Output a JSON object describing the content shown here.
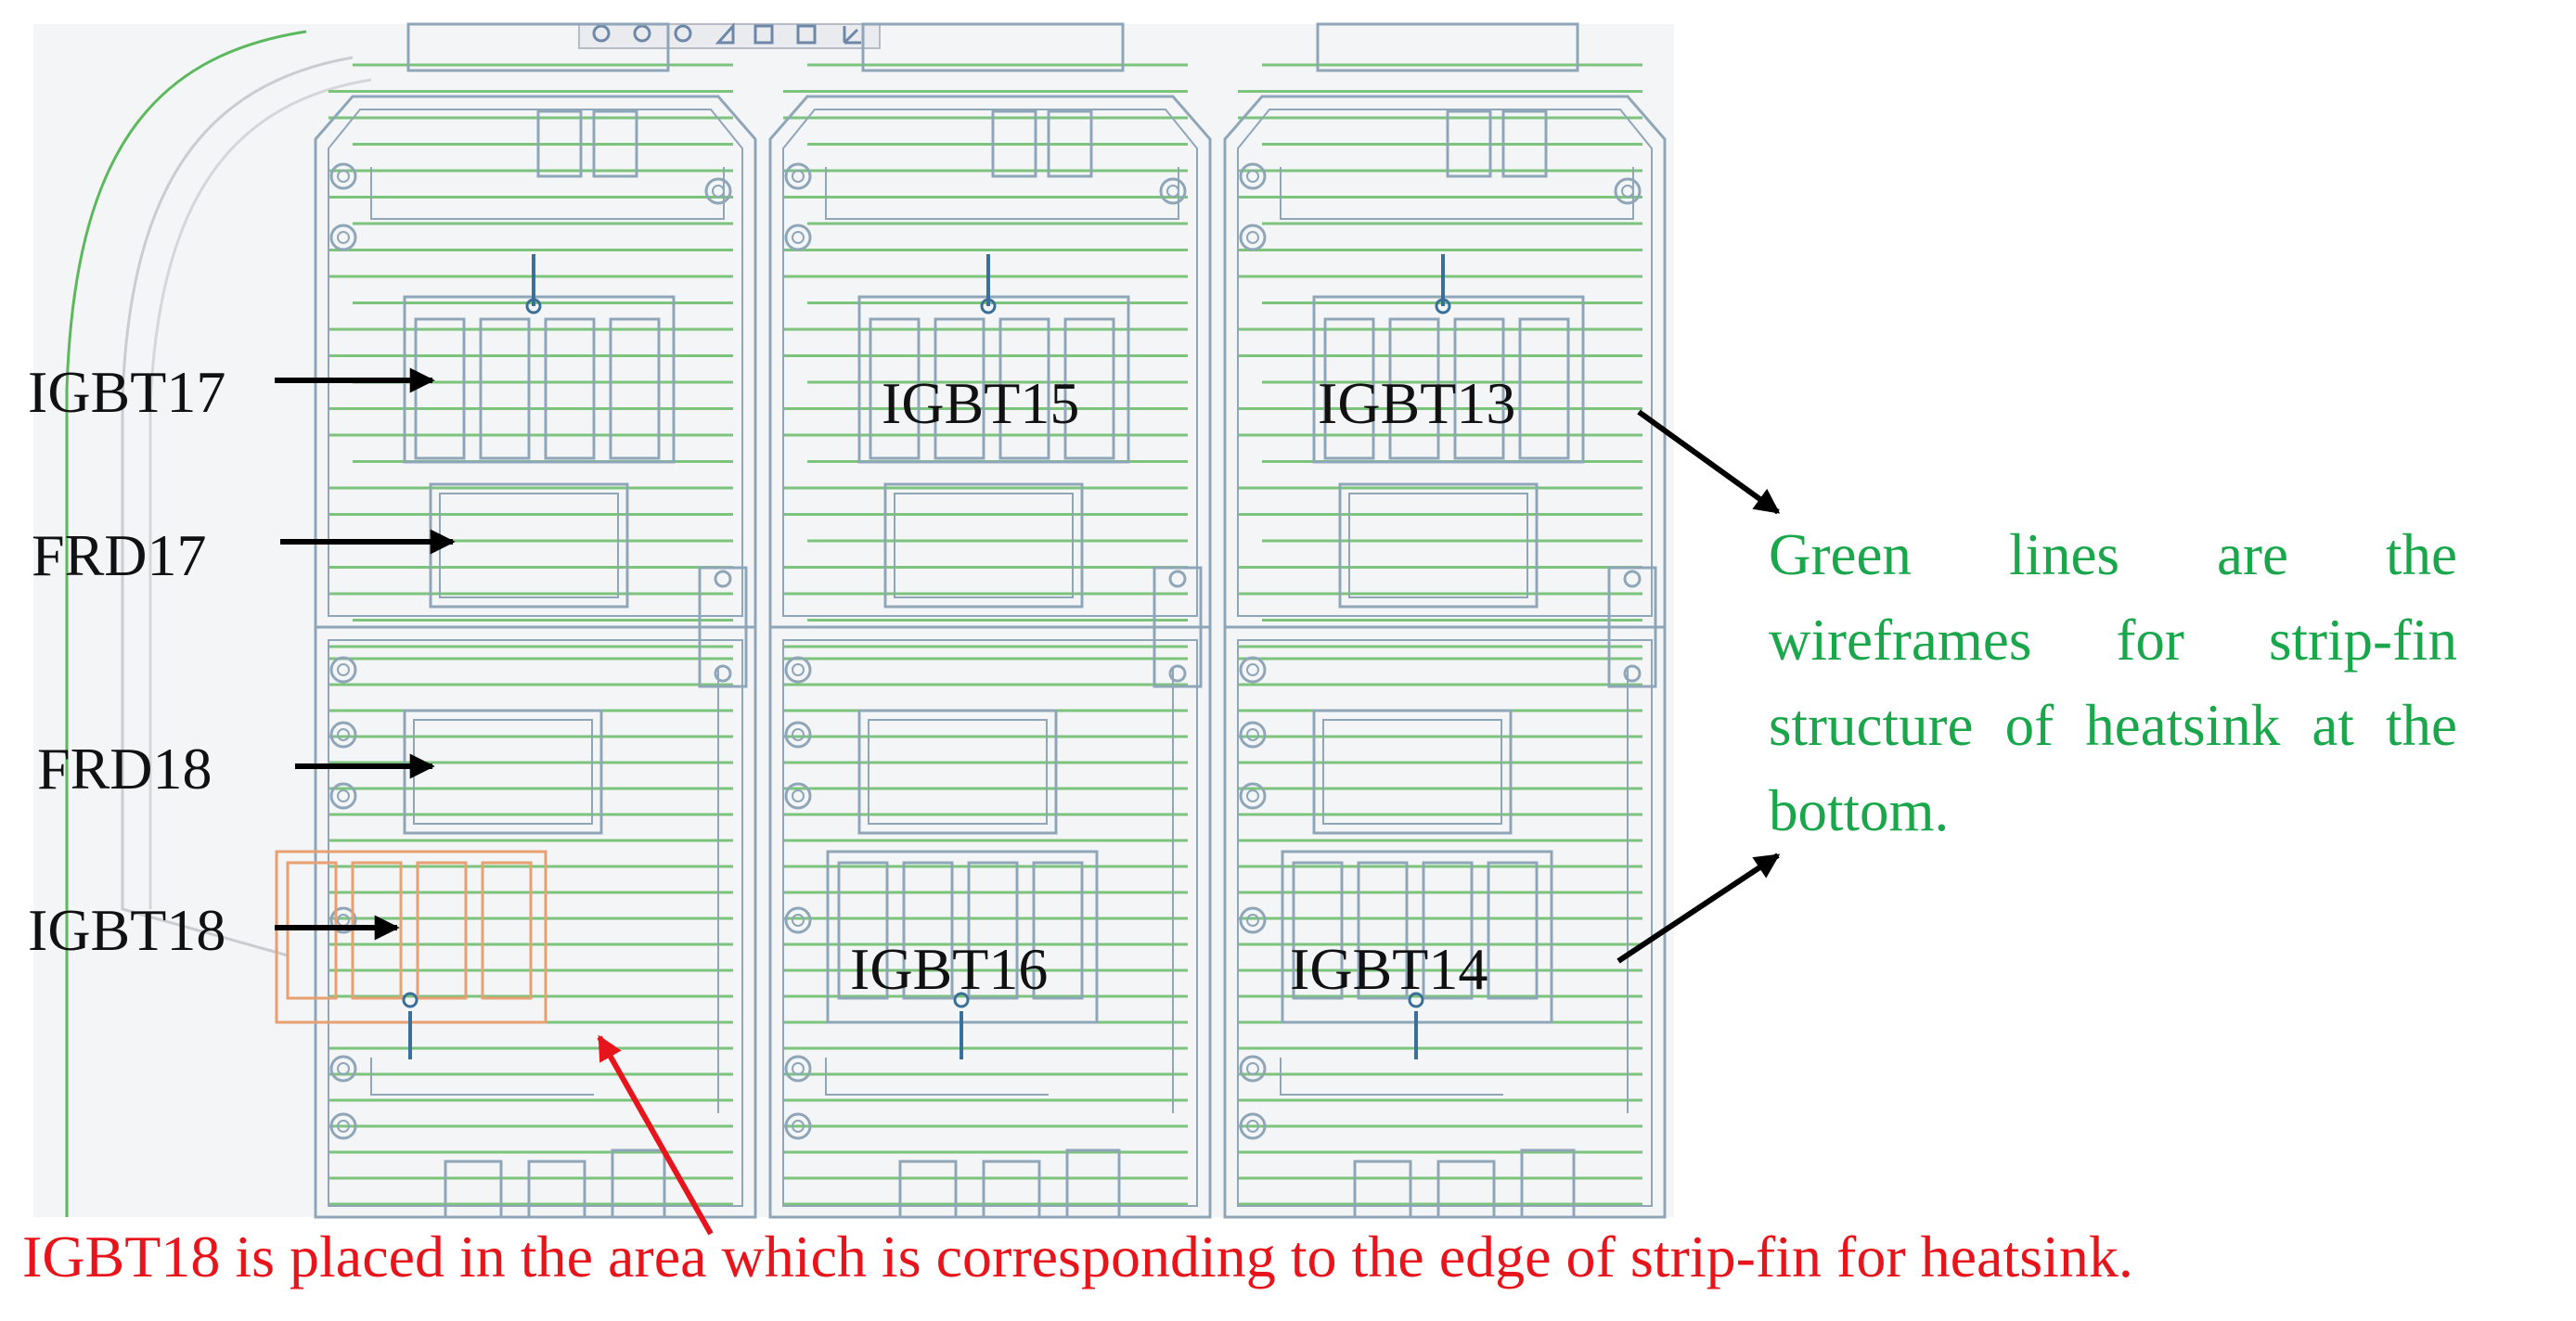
{
  "labels": {
    "igbt17": "IGBT17",
    "frd17": "FRD17",
    "frd18": "FRD18",
    "igbt18": "IGBT18",
    "igbt15": "IGBT15",
    "igbt13": "IGBT13",
    "igbt16": "IGBT16",
    "igbt14": "IGBT14"
  },
  "note": "Green lines are the wireframes for strip-fin structure of heatsink at the bottom.",
  "caption": "IGBT18 is placed in the area which is corresponding to the edge of strip-fin for heatsink.",
  "colors": {
    "fin_lines": "#7cc47c",
    "outline": "#8fa6b8",
    "pin": "#3a6f99",
    "highlight": "#e8a070",
    "note_text": "#1aa64b",
    "caption_text": "#e8141b",
    "black_arrow": "#000000",
    "red_arrow": "#e8141b"
  }
}
